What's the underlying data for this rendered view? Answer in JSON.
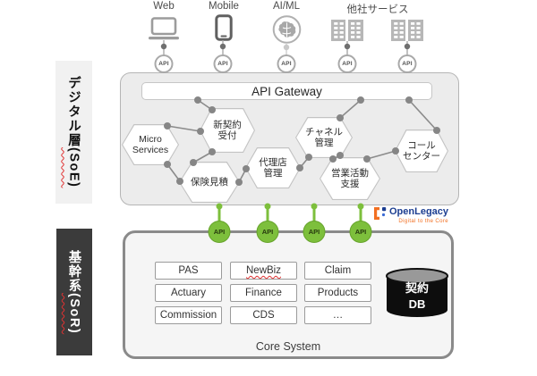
{
  "sources": {
    "labels": [
      "Web",
      "Mobile",
      "AI/ML",
      "他社サービス"
    ],
    "api_badge": "API"
  },
  "digital_layer": {
    "side_label_main": "デジタル層",
    "side_label_paren": "(SoE)",
    "gateway_title": "API Gateway",
    "api_badge": "API",
    "hexagons": [
      {
        "line1": "Micro",
        "line2": "Services"
      },
      {
        "line1": "新契約",
        "line2": "受付"
      },
      {
        "line1": "保険見積",
        "line2": ""
      },
      {
        "line1": "代理店",
        "line2": "管理"
      },
      {
        "line1": "チャネル",
        "line2": "管理"
      },
      {
        "line1": "営業活動",
        "line2": "支援"
      },
      {
        "line1": "コール",
        "line2": "センター"
      }
    ]
  },
  "core_layer": {
    "side_label_main": "基幹系",
    "side_label_paren": "(SoR)",
    "core_system_label": "Core System",
    "api_badge": "API",
    "modules": [
      [
        "PAS",
        "NewBiz",
        "Claim"
      ],
      [
        "Actuary",
        "Finance",
        "Products"
      ],
      [
        "Commission",
        "CDS",
        "…"
      ]
    ],
    "db_label_line1": "契約",
    "db_label_line2": "DB"
  },
  "vendor": {
    "name": "OpenLegacy",
    "tagline": "Digital to the Core"
  },
  "colors": {
    "api_green": "#7dbf3c",
    "side_label_dark_bg": "#3b3b3b",
    "logo_blue": "#1c3e91",
    "logo_orange": "#f26f21"
  }
}
